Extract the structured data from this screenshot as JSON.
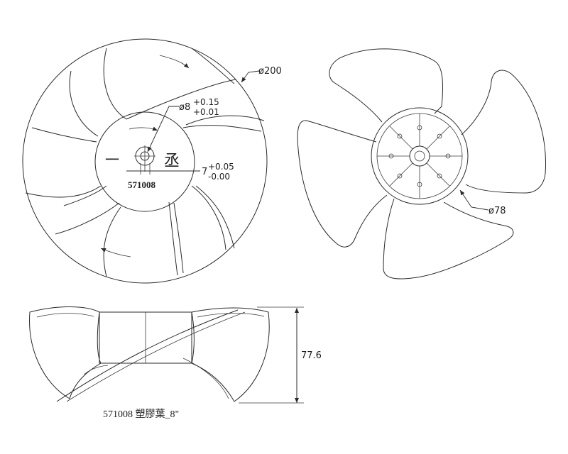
{
  "drawing": {
    "front_view": {
      "outer_diameter": "ø200",
      "bore_diameter": "ø8",
      "bore_tol_upper": "+0.15",
      "bore_tol_lower": "+0.01",
      "flat_size": "7",
      "flat_tol_upper": "+0.05",
      "flat_tol_lower": "-0.00",
      "hub_part_no": "571008",
      "hub_mark_left": "一",
      "hub_mark_right": "丞"
    },
    "rear_view": {
      "hub_diameter": "ø78"
    },
    "side_view": {
      "height": "77.6"
    },
    "caption": "571008  塑膠葉_8\""
  }
}
